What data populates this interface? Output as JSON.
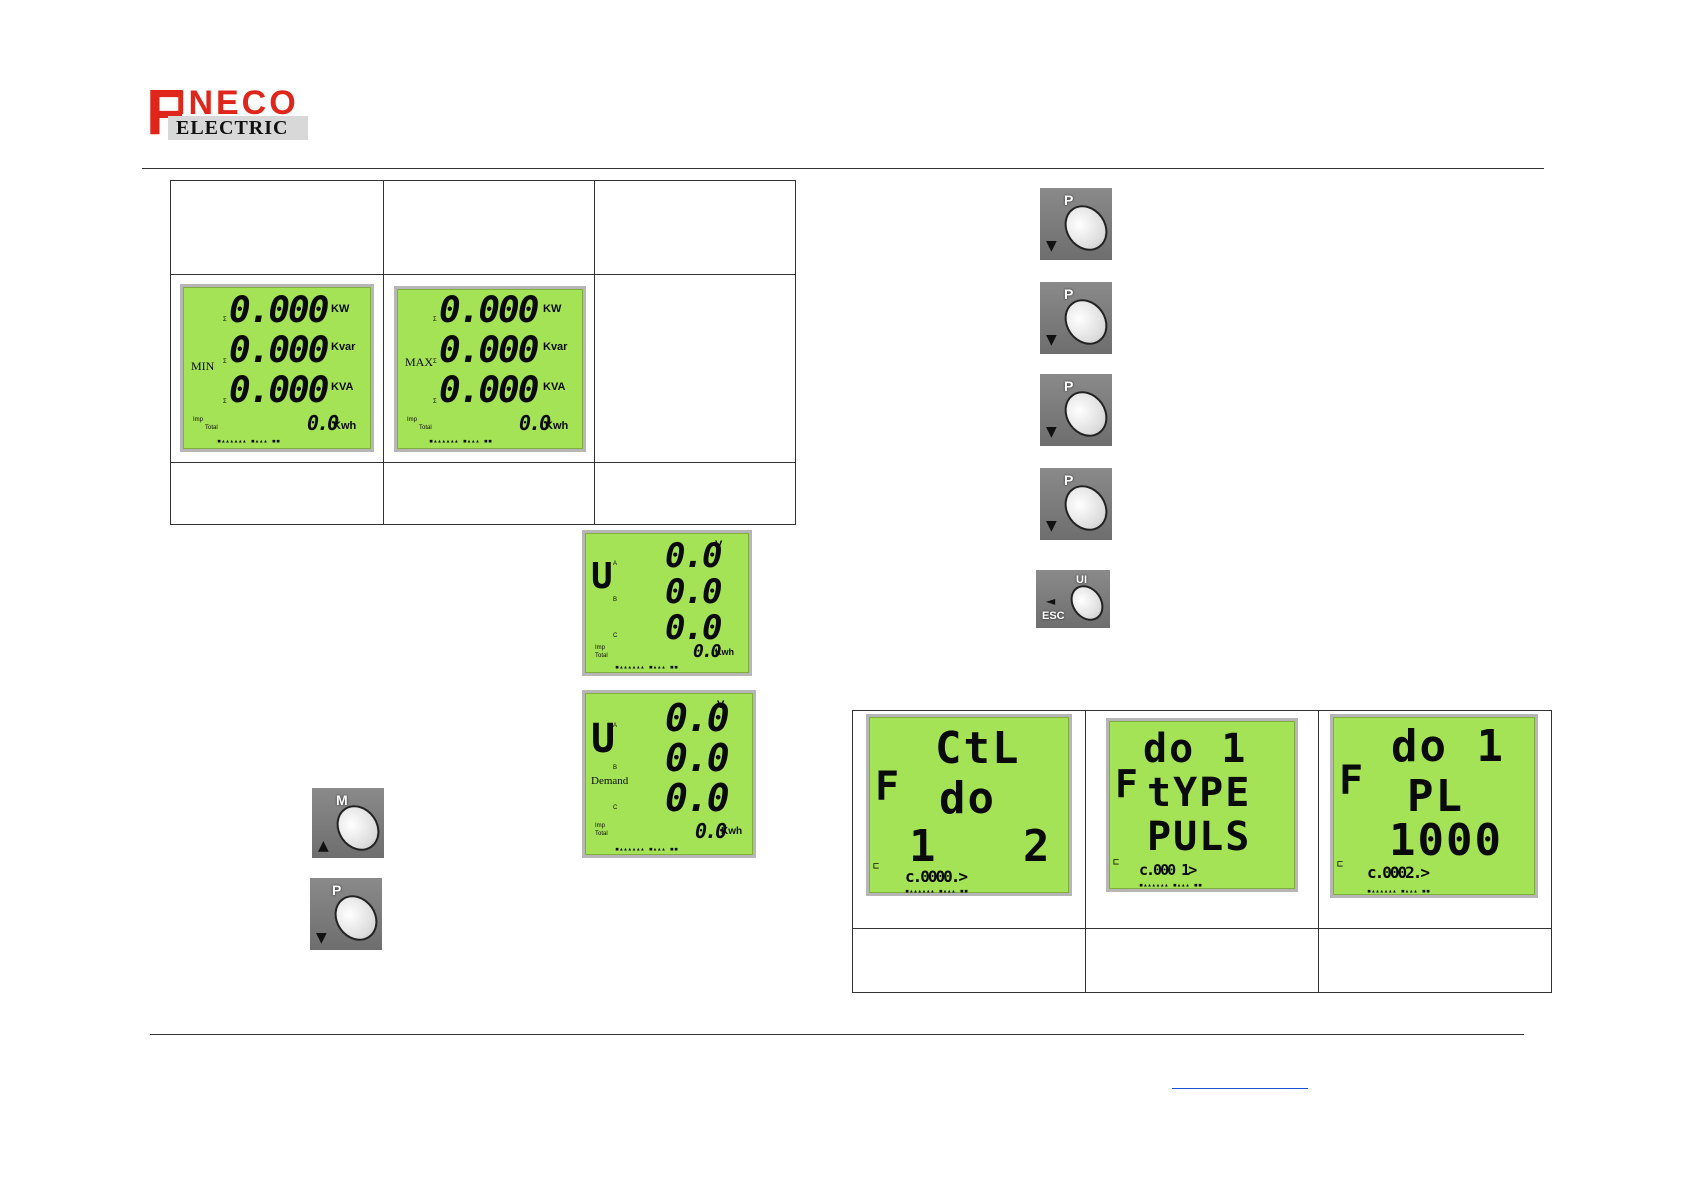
{
  "logo": {
    "big_letter": "F",
    "top": "INECO",
    "bottom": "ELECTRIC"
  },
  "colors": {
    "lcd": "#a4e356",
    "logo_red": "#e0251b",
    "rule": "#333333",
    "link": "#1a4fd6"
  },
  "lcd_min": {
    "mode": "MIN",
    "rows": [
      {
        "sigma": "Σ",
        "value": "0.000",
        "unit": "KW"
      },
      {
        "sigma": "Σ",
        "value": "0.000",
        "unit": "Kvar"
      },
      {
        "sigma": "Σ",
        "value": "0.000",
        "unit": "KVA"
      }
    ],
    "energy_value": "0.0",
    "energy_unit": "Kwh",
    "imp": "Imp",
    "total": "Total"
  },
  "lcd_max": {
    "mode": "MAX",
    "rows": [
      {
        "sigma": "Σ",
        "value": "0.000",
        "unit": "KW"
      },
      {
        "sigma": "Σ",
        "value": "0.000",
        "unit": "Kvar"
      },
      {
        "sigma": "Σ",
        "value": "0.000",
        "unit": "KVA"
      }
    ],
    "energy_value": "0.0",
    "energy_unit": "Kwh",
    "imp": "Imp",
    "total": "Total"
  },
  "lcd_u1": {
    "symbol": "U",
    "rows": [
      {
        "phase": "A",
        "value": "0.0",
        "unit": "V"
      },
      {
        "phase": "B",
        "value": "0.0",
        "unit": ""
      },
      {
        "phase": "C",
        "value": "0.0",
        "unit": ""
      }
    ],
    "energy_value": "0.0",
    "energy_unit": "Kwh",
    "imp": "Imp",
    "total": "Total"
  },
  "lcd_u2": {
    "symbol": "U",
    "label": "Demand",
    "rows": [
      {
        "phase": "A",
        "value": "0.0",
        "unit": "V"
      },
      {
        "phase": "B",
        "value": "0.0",
        "unit": ""
      },
      {
        "phase": "C",
        "value": "0.0",
        "unit": ""
      }
    ],
    "energy_value": "0.0",
    "energy_unit": "Kwh",
    "imp": "Imp",
    "total": "Total"
  },
  "lcd_f1": {
    "symbol": "F",
    "line1": "CtL",
    "line2": "do",
    "line3": "1   2",
    "code": "c.0000.>"
  },
  "lcd_f2": {
    "symbol": "F",
    "line1": "do 1",
    "line2": "tYPE",
    "line3": "PULS",
    "code": "c.000 1>"
  },
  "lcd_f3": {
    "symbol": "F",
    "line1": "do 1",
    "line2": "PL",
    "line3": "1000",
    "code": "c.0002.>"
  },
  "buttons": {
    "m": {
      "key": "M",
      "arrow": "▲"
    },
    "p": {
      "key": "P",
      "arrow": "▼"
    },
    "esc": {
      "key": "UI",
      "arrow": "◄",
      "sub": "ESC"
    }
  }
}
